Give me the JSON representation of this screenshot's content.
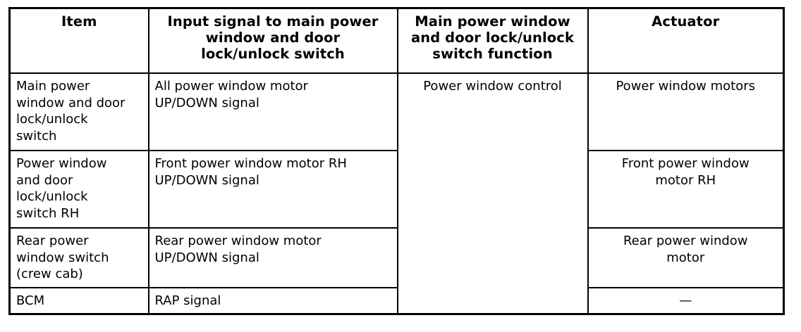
{
  "table": {
    "columns": [
      {
        "id": "item",
        "header": "Item"
      },
      {
        "id": "input_signal",
        "header": "Input signal to main power window and door lock/unlock switch"
      },
      {
        "id": "switch_function",
        "header": "Main power window and door lock/unlock switch function"
      },
      {
        "id": "actuator",
        "header": "Actuator"
      }
    ],
    "header_lines": {
      "col1": [
        "Item"
      ],
      "col2": [
        "Input signal to main power",
        "window and door",
        "lock/unlock switch"
      ],
      "col3": [
        "Main power window",
        "and door lock/unlock",
        "switch function"
      ],
      "col4": [
        "Actuator"
      ]
    },
    "rows": [
      {
        "item": "Main power window and door lock/unlock switch",
        "item_lines": [
          "Main power",
          "window and door",
          "lock/unlock",
          "switch"
        ],
        "input_signal": "All power window motor UP/DOWN signal",
        "input_signal_lines": [
          "All power window motor",
          "UP/DOWN signal"
        ],
        "switch_function": "Power window control",
        "switch_function_lines": [
          "Power window control"
        ],
        "switch_function_rowspan": 4,
        "actuator": "Power window motors",
        "actuator_lines": [
          "Power window motors"
        ]
      },
      {
        "item": "Power window and door lock/unlock switch RH",
        "item_lines": [
          "Power window",
          "and door",
          "lock/unlock",
          "switch RH"
        ],
        "input_signal": "Front power window motor RH UP/DOWN signal",
        "input_signal_lines": [
          "Front power window motor RH",
          "UP/DOWN signal"
        ],
        "actuator": "Front power window motor RH",
        "actuator_lines": [
          "Front power window",
          "motor RH"
        ]
      },
      {
        "item": "Rear power window switch (crew cab)",
        "item_lines": [
          "Rear power",
          "window switch",
          "(crew cab)"
        ],
        "input_signal": "Rear power window motor UP/DOWN signal",
        "input_signal_lines": [
          "Rear power window motor",
          "UP/DOWN signal"
        ],
        "actuator": "Rear power window motor",
        "actuator_lines": [
          "Rear power window",
          "motor"
        ]
      },
      {
        "item": "BCM",
        "item_lines": [
          "BCM"
        ],
        "input_signal": "RAP signal",
        "input_signal_lines": [
          "RAP signal"
        ],
        "actuator": "—",
        "actuator_lines": [
          "—"
        ]
      }
    ]
  },
  "colors": {
    "border": "#000000",
    "text": "#000000",
    "background": "#ffffff"
  }
}
